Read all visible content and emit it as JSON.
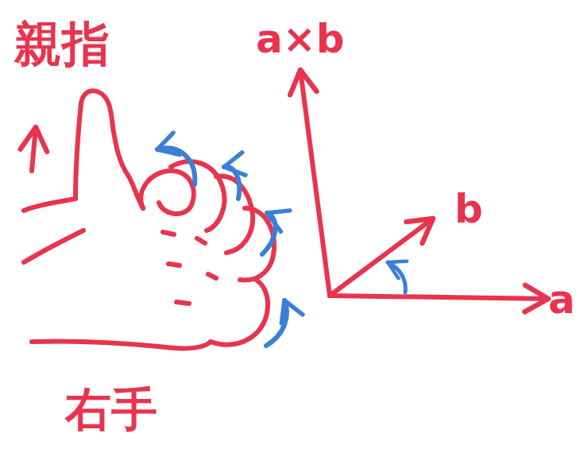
{
  "diagram": {
    "labels": [
      "親指",
      "右手",
      "a×b",
      "b",
      "a"
    ]
  }
}
